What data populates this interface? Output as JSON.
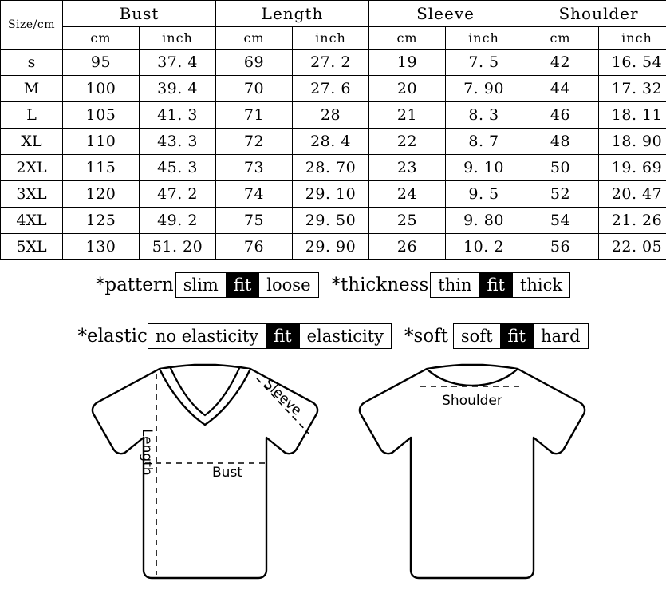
{
  "table": {
    "corner_label": "Size/cm",
    "groups": [
      "Bust",
      "Length",
      "Sleeve",
      "Shoulder"
    ],
    "unit_headers": [
      "cm",
      "inch",
      "cm",
      "inch",
      "cm",
      "inch",
      "cm",
      "inch"
    ],
    "rows": [
      {
        "size": "s",
        "values": [
          "95",
          "37. 4",
          "69",
          "27. 2",
          "19",
          "7. 5",
          "42",
          "16. 54"
        ]
      },
      {
        "size": "M",
        "values": [
          "100",
          "39. 4",
          "70",
          "27. 6",
          "20",
          "7. 90",
          "44",
          "17. 32"
        ]
      },
      {
        "size": "L",
        "values": [
          "105",
          "41. 3",
          "71",
          "28",
          "21",
          "8. 3",
          "46",
          "18. 11"
        ]
      },
      {
        "size": "XL",
        "values": [
          "110",
          "43. 3",
          "72",
          "28. 4",
          "22",
          "8. 7",
          "48",
          "18. 90"
        ]
      },
      {
        "size": "2XL",
        "values": [
          "115",
          "45. 3",
          "73",
          "28. 70",
          "23",
          "9. 10",
          "50",
          "19. 69"
        ]
      },
      {
        "size": "3XL",
        "values": [
          "120",
          "47. 2",
          "74",
          "29. 10",
          "24",
          "9. 5",
          "52",
          "20. 47"
        ]
      },
      {
        "size": "4XL",
        "values": [
          "125",
          "49. 2",
          "75",
          "29. 50",
          "25",
          "9. 80",
          "54",
          "21. 26"
        ]
      },
      {
        "size": "5XL",
        "values": [
          "130",
          "51. 20",
          "76",
          "29. 90",
          "26",
          "10. 2",
          "56",
          "22. 05"
        ]
      }
    ]
  },
  "attributes": [
    {
      "label": "*pattern",
      "options": [
        {
          "text": "slim",
          "selected": false
        },
        {
          "text": "fit",
          "selected": true
        },
        {
          "text": "loose",
          "selected": false
        }
      ]
    },
    {
      "label": "*thickness",
      "options": [
        {
          "text": "thin",
          "selected": false
        },
        {
          "text": "fit",
          "selected": true
        },
        {
          "text": "thick",
          "selected": false
        }
      ]
    },
    {
      "label": "*elastic",
      "options": [
        {
          "text": "no elasticity",
          "selected": false
        },
        {
          "text": "fit",
          "selected": true
        },
        {
          "text": "elasticity",
          "selected": false
        }
      ]
    },
    {
      "label": "*soft",
      "options": [
        {
          "text": "soft",
          "selected": false
        },
        {
          "text": "fit",
          "selected": true
        },
        {
          "text": "hard",
          "selected": false
        }
      ]
    }
  ],
  "diagrams": {
    "front": {
      "labels": {
        "length": "Length",
        "sleeve": "Sleeve",
        "bust": "Bust"
      }
    },
    "back": {
      "labels": {
        "shoulder": "Shoulder"
      }
    }
  },
  "colors": {
    "selected_bg": "#000000",
    "selected_fg": "#ffffff",
    "line": "#000000",
    "background": "#ffffff"
  }
}
